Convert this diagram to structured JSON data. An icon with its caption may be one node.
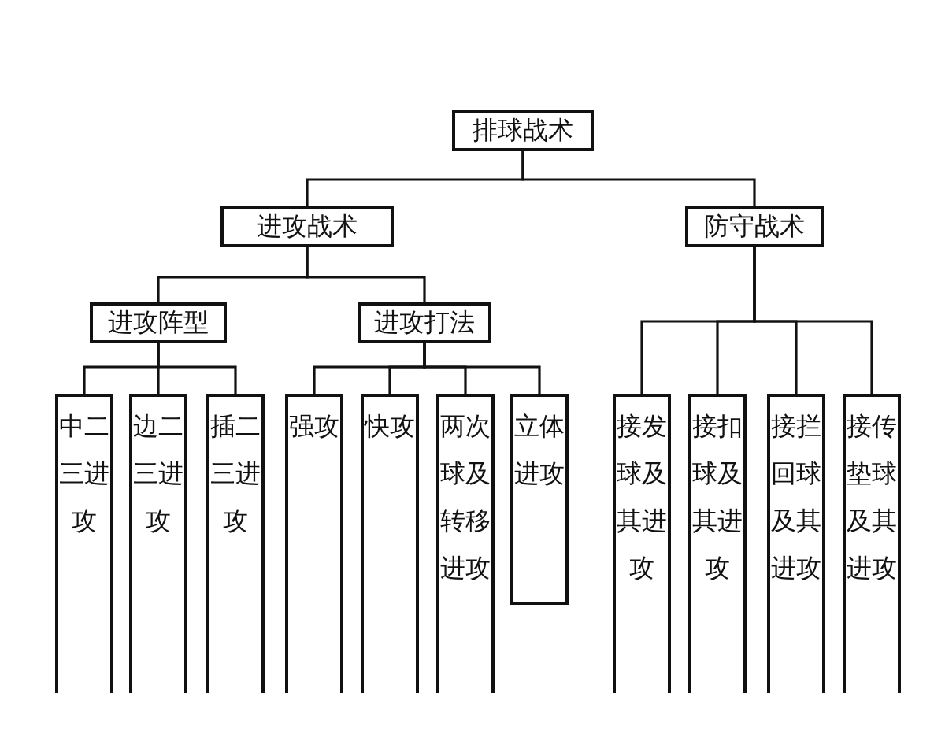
{
  "diagram": {
    "nodes": [
      {
        "text": [
          "排球战术"
        ]
      },
      {
        "text": [
          "进攻战术"
        ]
      },
      {
        "text": [
          "防守战术"
        ]
      },
      {
        "text": [
          "进攻阵型"
        ]
      },
      {
        "text": [
          "进攻打法"
        ]
      },
      {
        "text": [
          "中二三进攻"
        ]
      },
      {
        "text": [
          "边二三进攻"
        ]
      },
      {
        "text": [
          "插二三进攻"
        ]
      },
      {
        "text": [
          "强攻"
        ]
      },
      {
        "text": [
          "快攻"
        ]
      },
      {
        "text": [
          "两次球及转移进攻"
        ]
      },
      {
        "text": [
          "立体进攻"
        ]
      },
      {
        "text": [
          "接发球及其进攻"
        ]
      },
      {
        "text": [
          "接扣球及其进攻"
        ]
      },
      {
        "text": [
          "接拦回球及其进攻"
        ]
      },
      {
        "text": [
          "接传垫球及其进攻"
        ]
      }
    ],
    "edges": [
      {
        "from": 0,
        "to": 1,
        "arrow": "none"
      },
      {
        "from": 0,
        "to": 2,
        "arrow": "none"
      },
      {
        "from": 1,
        "to": 3,
        "arrow": "none"
      },
      {
        "from": 1,
        "to": 4,
        "arrow": "none"
      },
      {
        "from": 3,
        "to": 5,
        "arrow": "none"
      },
      {
        "from": 3,
        "to": 6,
        "arrow": "none"
      },
      {
        "from": 3,
        "to": 7,
        "arrow": "none"
      },
      {
        "from": 4,
        "to": 8,
        "arrow": "none"
      },
      {
        "from": 4,
        "to": 9,
        "arrow": "none"
      },
      {
        "from": 4,
        "to": 10,
        "arrow": "none"
      },
      {
        "from": 4,
        "to": 11,
        "arrow": "none"
      },
      {
        "from": 2,
        "to": 12,
        "arrow": "none"
      },
      {
        "from": 2,
        "to": 13,
        "arrow": "none"
      },
      {
        "from": 2,
        "to": 14,
        "arrow": "none"
      },
      {
        "from": 2,
        "to": 15,
        "arrow": "none"
      }
    ]
  }
}
